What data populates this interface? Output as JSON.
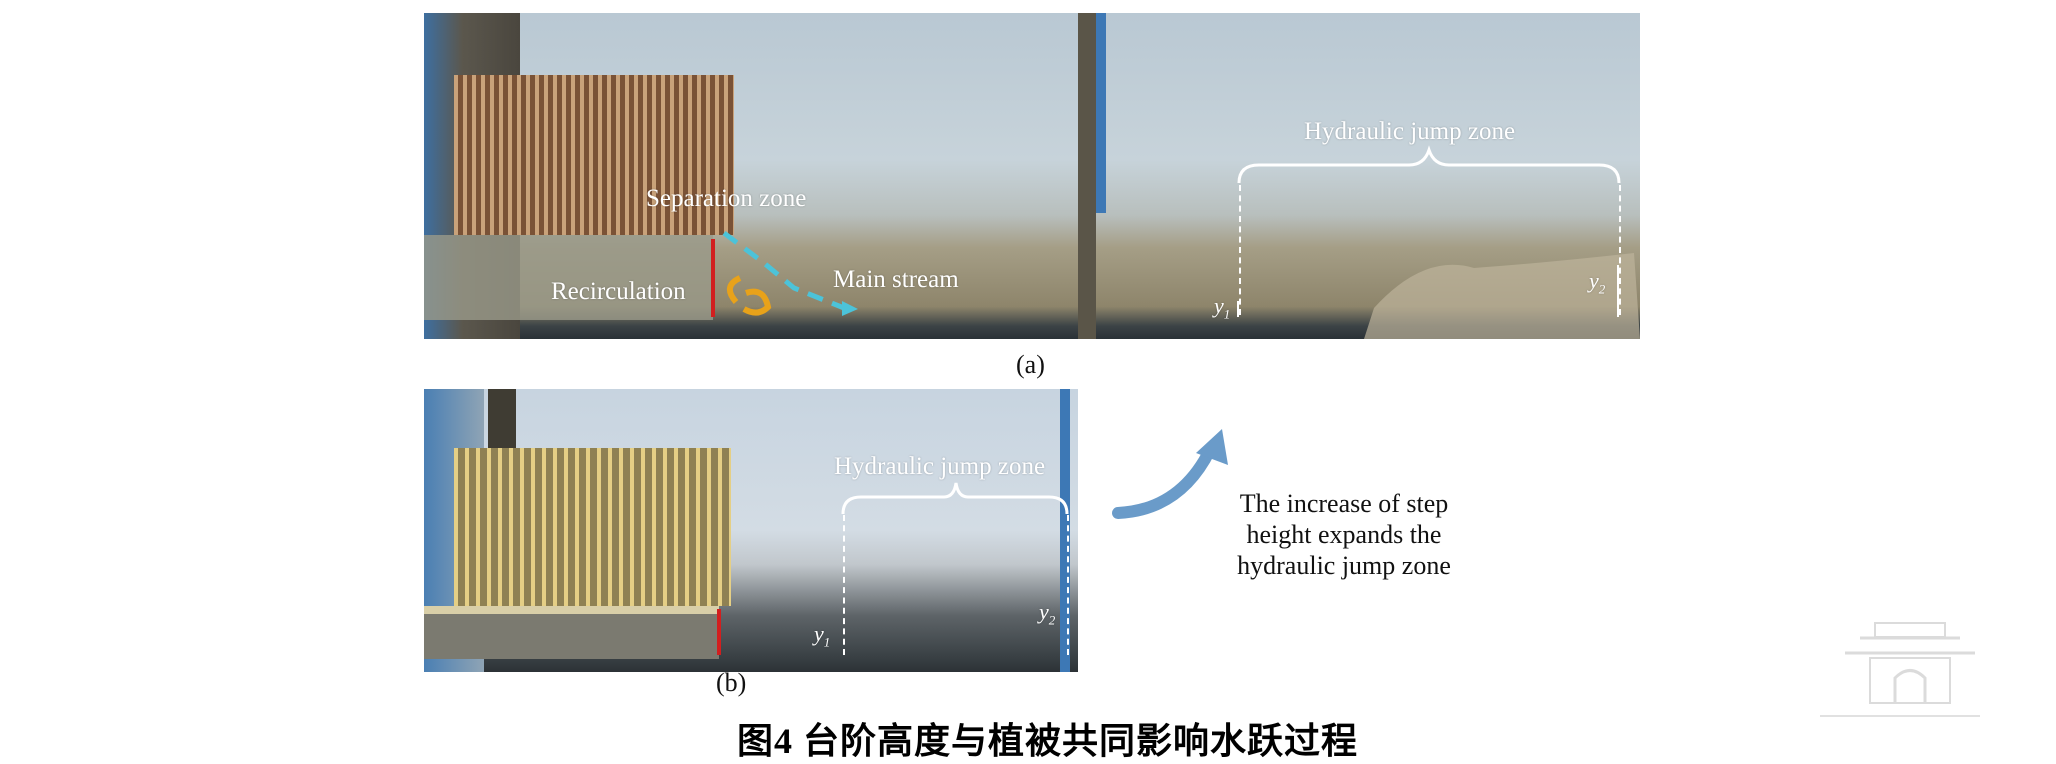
{
  "panel_a": {
    "label": "(a)",
    "annotations": {
      "separation_zone": "Separation zone",
      "recirculation": "Recirculation",
      "main_stream": "Main stream",
      "hydraulic_jump_zone": "Hydraulic jump zone",
      "y1": "y",
      "y1_sub": "1",
      "y2": "y",
      "y2_sub": "2"
    },
    "colors": {
      "step_line": "#d21f1f",
      "main_stream_arrow": "#4cc3d9",
      "recirculation_arrow": "#e8a21a"
    }
  },
  "panel_b": {
    "label": "(b)",
    "annotations": {
      "hydraulic_jump_zone": "Hydraulic jump zone",
      "y1": "y",
      "y1_sub": "1",
      "y2": "y",
      "y2_sub": "2"
    }
  },
  "side_note": {
    "lines": [
      "The increase of step",
      "height expands the",
      "hydraulic jump zone"
    ],
    "arrow_color": "#6a9bc9"
  },
  "caption": "图4 台阶高度与植被共同影响水跃过程"
}
